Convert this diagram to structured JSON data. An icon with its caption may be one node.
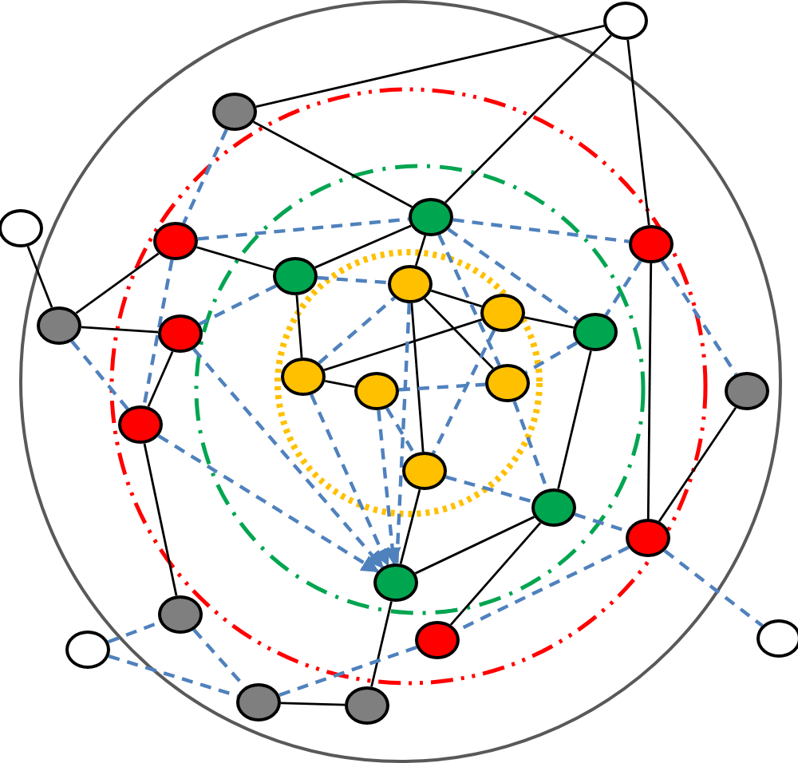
{
  "diagram": {
    "nodes": [
      {
        "text": [],
        "shape": "circle"
      },
      {
        "text": [],
        "shape": "circle"
      },
      {
        "text": [],
        "shape": "circle"
      },
      {
        "text": [],
        "shape": "circle"
      },
      {
        "text": [],
        "shape": "circle"
      },
      {
        "text": [],
        "shape": "circle"
      },
      {
        "text": [],
        "shape": "circle"
      },
      {
        "text": [],
        "shape": "circle"
      },
      {
        "text": [],
        "shape": "circle"
      },
      {
        "text": [],
        "shape": "circle"
      },
      {
        "text": [],
        "shape": "circle"
      },
      {
        "text": [],
        "shape": "circle"
      },
      {
        "text": [],
        "shape": "circle"
      },
      {
        "text": [],
        "shape": "circle"
      },
      {
        "text": [],
        "shape": "circle"
      },
      {
        "text": [],
        "shape": "circle"
      },
      {
        "text": [],
        "shape": "circle"
      },
      {
        "text": [],
        "shape": "circle"
      },
      {
        "text": [],
        "shape": "circle"
      },
      {
        "text": [],
        "shape": "circle"
      },
      {
        "text": [],
        "shape": "circle"
      },
      {
        "text": [],
        "shape": "circle"
      },
      {
        "text": [],
        "shape": "circle"
      },
      {
        "text": [],
        "shape": "circle"
      },
      {
        "text": [],
        "shape": "circle"
      },
      {
        "text": [],
        "shape": "circle"
      },
      {
        "text": [],
        "shape": "circle"
      }
    ],
    "edges": [
      {
        "from": 1,
        "to": 0,
        "arrow": "none",
        "color": "#000000"
      },
      {
        "from": 1,
        "to": 2,
        "arrow": "none",
        "color": "#000000"
      },
      {
        "from": 0,
        "to": 2,
        "arrow": "none",
        "color": "#000000"
      },
      {
        "from": 0,
        "to": 5,
        "arrow": "none",
        "color": "#000000"
      },
      {
        "from": 3,
        "to": 9,
        "arrow": "none",
        "color": "#000000"
      },
      {
        "from": 9,
        "to": 4,
        "arrow": "none",
        "color": "#000000"
      },
      {
        "from": 9,
        "to": 11,
        "arrow": "none",
        "color": "#000000"
      },
      {
        "from": 4,
        "to": 6,
        "arrow": "none",
        "color": "#000000"
      },
      {
        "from": 6,
        "to": 2,
        "arrow": "none",
        "color": "#000000"
      },
      {
        "from": 6,
        "to": 12,
        "arrow": "none",
        "color": "#000000"
      },
      {
        "from": 11,
        "to": 16,
        "arrow": "none",
        "color": "#000000"
      },
      {
        "from": 16,
        "to": 21,
        "arrow": "none",
        "color": "#000000"
      },
      {
        "from": 7,
        "to": 2,
        "arrow": "none",
        "color": "#000000"
      },
      {
        "from": 7,
        "to": 8,
        "arrow": "none",
        "color": "#000000"
      },
      {
        "from": 7,
        "to": 17,
        "arrow": "none",
        "color": "#000000"
      },
      {
        "from": 8,
        "to": 10,
        "arrow": "none",
        "color": "#000000"
      },
      {
        "from": 12,
        "to": 8,
        "arrow": "none",
        "color": "#000000"
      },
      {
        "from": 7,
        "to": 13,
        "arrow": "none",
        "color": "#000000"
      },
      {
        "from": 12,
        "to": 14,
        "arrow": "none",
        "color": "#000000"
      },
      {
        "from": 10,
        "to": 18,
        "arrow": "none",
        "color": "#000000"
      },
      {
        "from": 5,
        "to": 19,
        "arrow": "none",
        "color": "#000000"
      },
      {
        "from": 15,
        "to": 19,
        "arrow": "none",
        "color": "#000000"
      },
      {
        "from": 18,
        "to": 20,
        "arrow": "none",
        "color": "#000000"
      },
      {
        "from": 18,
        "to": 22,
        "arrow": "none",
        "color": "#000000"
      },
      {
        "from": 17,
        "to": 20,
        "arrow": "none",
        "color": "#000000"
      },
      {
        "from": 20,
        "to": 26,
        "arrow": "none",
        "color": "#000000"
      },
      {
        "from": 25,
        "to": 26,
        "arrow": "none",
        "color": "#000000"
      },
      {
        "from": 1,
        "to": 4,
        "arrow": "none",
        "style": "dashed"
      },
      {
        "from": 4,
        "to": 2,
        "arrow": "none",
        "style": "dashed"
      },
      {
        "from": 4,
        "to": 16,
        "arrow": "none",
        "style": "dashed"
      },
      {
        "from": 6,
        "to": 11,
        "arrow": "none",
        "style": "dashed"
      },
      {
        "from": 6,
        "to": 7,
        "arrow": "none",
        "style": "dashed"
      },
      {
        "from": 2,
        "to": 5,
        "arrow": "none",
        "style": "dashed"
      },
      {
        "from": 2,
        "to": 10,
        "arrow": "none",
        "style": "dashed"
      },
      {
        "from": 2,
        "to": 13,
        "arrow": "none",
        "style": "dashed"
      },
      {
        "from": 5,
        "to": 10,
        "arrow": "none",
        "style": "dashed"
      },
      {
        "from": 5,
        "to": 15,
        "arrow": "none",
        "style": "dashed"
      },
      {
        "from": 10,
        "to": 13,
        "arrow": "none",
        "style": "dashed"
      },
      {
        "from": 18,
        "to": 19,
        "arrow": "none",
        "style": "dashed"
      },
      {
        "from": 19,
        "to": 23,
        "arrow": "none",
        "style": "dashed"
      },
      {
        "from": 19,
        "to": 22,
        "arrow": "none",
        "style": "dashed"
      },
      {
        "from": 22,
        "to": 25,
        "arrow": "none",
        "style": "dashed"
      },
      {
        "from": 24,
        "to": 21,
        "arrow": "none",
        "style": "dashed"
      },
      {
        "from": 24,
        "to": 25,
        "arrow": "none",
        "style": "dashed"
      },
      {
        "from": 21,
        "to": 25,
        "arrow": "none",
        "style": "dashed"
      },
      {
        "from": 16,
        "to": 20,
        "arrow": "to",
        "style": "dashed"
      },
      {
        "from": 11,
        "to": 20,
        "arrow": "to",
        "style": "dashed"
      },
      {
        "from": 12,
        "to": 20,
        "arrow": "to",
        "style": "dashed"
      },
      {
        "from": 14,
        "to": 20,
        "arrow": "to",
        "style": "dashed"
      },
      {
        "from": 7,
        "to": 20,
        "arrow": "none",
        "style": "dashed"
      },
      {
        "from": 14,
        "to": 13,
        "arrow": "none",
        "style": "dashed"
      },
      {
        "from": 17,
        "to": 18,
        "arrow": "none",
        "style": "dashed"
      },
      {
        "from": 13,
        "to": 18,
        "arrow": "none",
        "style": "dashed"
      },
      {
        "from": 8,
        "to": 17,
        "arrow": "none",
        "style": "dashed"
      },
      {
        "from": 12,
        "to": 7,
        "arrow": "none",
        "style": "dashed"
      },
      {
        "from": 9,
        "to": 16,
        "arrow": "none",
        "style": "dashed"
      },
      {
        "from": 14,
        "to": 17,
        "arrow": "none",
        "style": "dashed"
      }
    ]
  }
}
